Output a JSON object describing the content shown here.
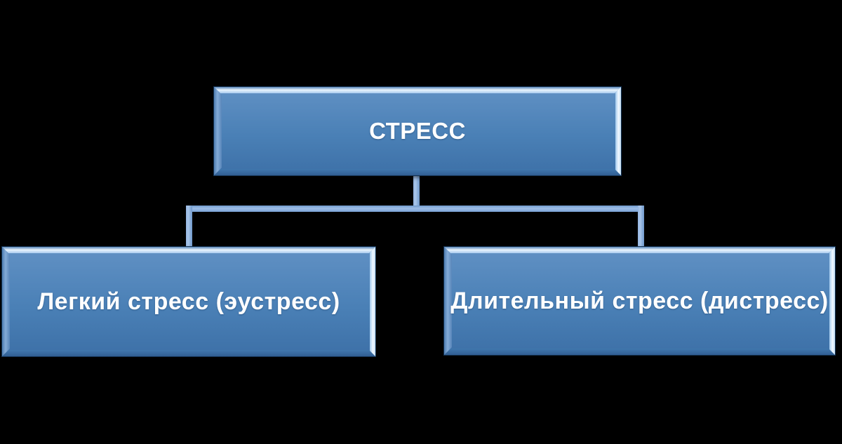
{
  "diagram": {
    "type": "hierarchy-org-chart",
    "background": "#000000",
    "nodes": [
      {
        "id": "root",
        "label": "СТРЕСС"
      },
      {
        "id": "eustress",
        "label": "Легкий стресс (эустресс)"
      },
      {
        "id": "distress",
        "label": "Длительный стресс (дистресс)"
      }
    ],
    "edges": [
      {
        "from": "root",
        "to": "eustress"
      },
      {
        "from": "root",
        "to": "distress"
      }
    ],
    "colors": {
      "box_face_top": "#6191c4",
      "box_face_bottom": "#3d70a7",
      "bevel_highlight": "#f2f9ff",
      "bevel_light": "#a9cbee",
      "bevel_side": "#84abd7",
      "bevel_shadow": "#315e92",
      "connector": "#7aa3d6",
      "text": "#ffffff",
      "background": "#000000"
    }
  }
}
